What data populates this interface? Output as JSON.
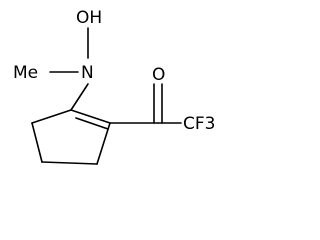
{
  "structure": {
    "atoms": {
      "oh": "OH",
      "n": "N",
      "methyl": "Me",
      "carbonyl_o": "O",
      "cf3": "CF3"
    }
  }
}
